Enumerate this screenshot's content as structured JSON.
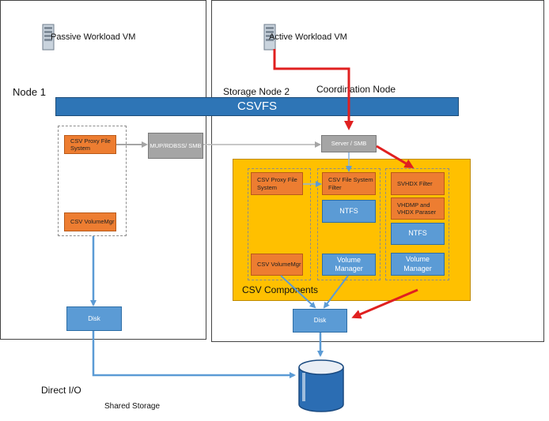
{
  "nodes": {
    "node1": "Node 1",
    "storage_node": "Storage Node 2",
    "coordination_node": "Coordination Node"
  },
  "vms": {
    "passive": "Passive Workload VM",
    "active": "Active Workload VM"
  },
  "csvfs": "CSVFS",
  "node1_stack": {
    "proxy": "CSV Proxy File System",
    "volumemgr": "CSV VolumeMgr",
    "disk": "Disk"
  },
  "mup": "MUP/RDBSS/ SMB",
  "server": "Server / SMB",
  "components": {
    "label": "CSV Components",
    "proxy": "CSV Proxy File System",
    "volumemgr": "CSV VolumeMgr",
    "csv_fs_filter": "CSV File System Filter",
    "ntfs1": "NTFS",
    "volume_manager1": "Volume Manager",
    "svhdx": "SVHDX Filter",
    "vhdmp": "VHDMP and VHDX Paraser",
    "ntfs2": "NTFS",
    "volume_manager2": "Volume Manager"
  },
  "disk2": "Disk",
  "direct_io": "Direct I/O",
  "shared_storage": "Shared Storage",
  "colors": {
    "orange": "#ed7d31",
    "blue": "#5b9bd5",
    "gray": "#a5a5a5",
    "yellow": "#ffc000",
    "csvfs_bar": "#2e75b6",
    "red_arrow": "#e02020",
    "light_arrow": "#8bb4e0"
  }
}
